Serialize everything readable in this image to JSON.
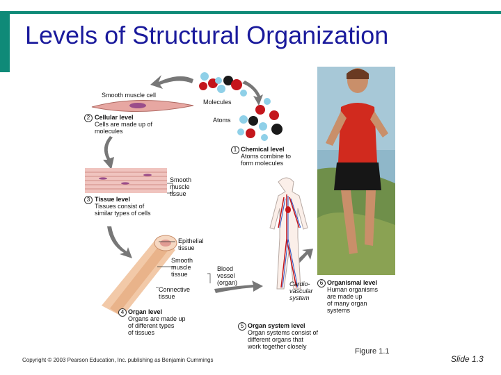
{
  "slide": {
    "title": "Levels of Structural Organization",
    "copyright": "Copyright © 2003 Pearson Education, Inc. publishing as Benjamin Cummings",
    "figure_label": "Figure 1.1",
    "slide_number": "Slide 1.3"
  },
  "figure": {
    "smooth_muscle_cell": "Smooth muscle cell",
    "molecules": "Molecules",
    "atoms": "Atoms",
    "cellular": {
      "num": "2",
      "head": "Cellular level",
      "l1": "Cells are made up of",
      "l2": "molecules"
    },
    "chemical": {
      "num": "1",
      "head": "Chemical level",
      "l1": "Atoms combine to",
      "l2": "form molecules"
    },
    "smooth_tissue": {
      "l1": "Smooth",
      "l2": "muscle",
      "l3": "tissue"
    },
    "tissue": {
      "num": "3",
      "head": "Tissue level",
      "l1": "Tissues consist of",
      "l2": "similar types of cells"
    },
    "epithelial": {
      "l1": "Epithelial",
      "l2": "tissue"
    },
    "smooth_tissue2": {
      "l1": "Smooth",
      "l2": "muscle",
      "l3": "tissue"
    },
    "blood_vessel": {
      "l1": "Blood",
      "l2": "vessel",
      "l3": "(organ)"
    },
    "connective": {
      "l1": "Connective",
      "l2": "tissue"
    },
    "cardio": {
      "l1": "Cardio-",
      "l2": "vascular",
      "l3": "system"
    },
    "organismal": {
      "num": "6",
      "head": "Organismal level",
      "l1": "Human organisms",
      "l2": "are made up",
      "l3": "of many organ",
      "l4": "systems"
    },
    "organ": {
      "num": "4",
      "head": "Organ level",
      "l1": "Organs are made up",
      "l2": "of different types",
      "l3": "of tissues"
    },
    "organ_system": {
      "num": "5",
      "head": "Organ system level",
      "l1": "Organ systems consist of",
      "l2": "different organs that",
      "l3": "work together closely"
    }
  },
  "colors": {
    "title": "#1a1a9c",
    "accent_frame": "#0f8a78",
    "atom_red": "#c4161c",
    "atom_blue": "#8fd0e8",
    "atom_black": "#1a1a1a"
  }
}
